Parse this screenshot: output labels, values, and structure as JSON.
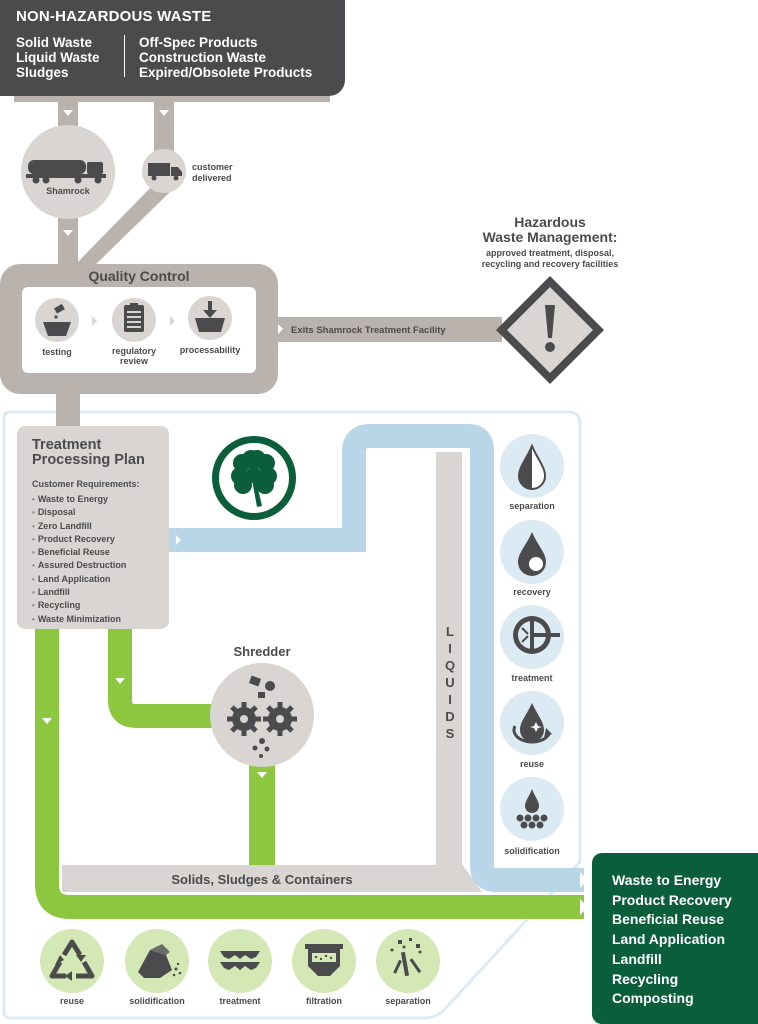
{
  "header": {
    "title": "NON-HAZARDOUS WASTE",
    "left_items": [
      "Solid Waste",
      "Liquid Waste",
      "Sludges"
    ],
    "right_items": [
      "Off-Spec Products",
      "Construction Waste",
      "Expired/Obsolete Products"
    ]
  },
  "intake": {
    "shamrock_label": "Shamrock",
    "customer_label_1": "customer",
    "customer_label_2": "delivered"
  },
  "quality_control": {
    "title": "Quality Control",
    "steps": {
      "testing": "testing",
      "regulatory_1": "regulatory",
      "regulatory_2": "review",
      "processability": "processability"
    },
    "exit_label": "Exits Shamrock Treatment Facility"
  },
  "hazardous": {
    "title_1": "Hazardous",
    "title_2": "Waste Management:",
    "desc_1": "approved treatment, disposal,",
    "desc_2": "recycling and recovery facilities"
  },
  "plan": {
    "title_1": "Treatment",
    "title_2": "Processing Plan",
    "subtitle": "Customer Requirements:",
    "items": [
      "Waste to Energy",
      "Disposal",
      "Zero Landfill",
      "Product Recovery",
      "Beneficial Reuse",
      "Assured Destruction",
      "Land Application",
      "Landfill",
      "Recycling",
      "Waste Minimization"
    ]
  },
  "shredder_label": "Shredder",
  "liquids_label": [
    "L",
    "I",
    "Q",
    "U",
    "I",
    "D",
    "S"
  ],
  "liquid_steps": {
    "separation": "separation",
    "recovery": "recovery",
    "treatment": "treatment",
    "reuse": "reuse",
    "solidification": "solidification"
  },
  "solids_label": "Solids, Sludges & Containers",
  "solid_steps": {
    "reuse": "reuse",
    "solidification": "solidification",
    "treatment": "treatment",
    "filtration": "filtration",
    "separation": "separation"
  },
  "outcomes": [
    "Waste to Energy",
    "Product Recovery",
    "Beneficial Reuse",
    "Land Application",
    "Landfill",
    "Recycling",
    "Composting"
  ],
  "colors": {
    "dark_gray": "#4b4b4d",
    "taupe": "#bab2ad",
    "light_gray": "#d8d5d3",
    "light_blue": "#b8d6e8",
    "circle_blue": "#dceaf3",
    "green": "#8dc63f",
    "circle_green": "#d3e8b5",
    "dark_green": "#0b5e3c"
  }
}
